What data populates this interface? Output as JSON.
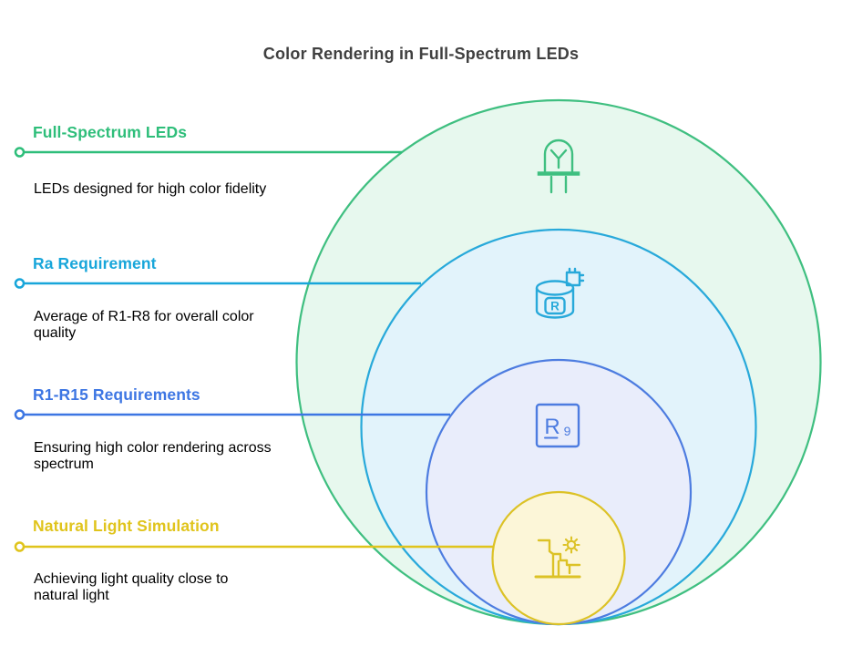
{
  "title": "Color Rendering in Full-Spectrum LEDs",
  "sections": [
    {
      "heading": "Full-Spectrum LEDs",
      "description": "LEDs designed for high color fidelity",
      "color": "#2ebe7a",
      "ring_stroke": "#3fbf80",
      "ring_fill": "#e7f8ee",
      "icon": "led-icon"
    },
    {
      "heading": "Ra Requirement",
      "description": "Average of R1-R8 for overall color quality",
      "color": "#18a6da",
      "ring_stroke": "#28a9da",
      "ring_fill": "#e2f3fb",
      "icon": "database-r-icon"
    },
    {
      "heading": "R1-R15 Requirements",
      "description": "Ensuring high color rendering across spectrum",
      "color": "#3d76e3",
      "ring_stroke": "#4d7ce0",
      "ring_fill": "#e9edfb",
      "icon": "r9-tile-icon"
    },
    {
      "heading": "Natural Light Simulation",
      "description": "Achieving light quality close to natural light",
      "color": "#e0c41c",
      "ring_stroke": "#dcc226",
      "ring_fill": "#fcf6d8",
      "icon": "sun-cliff-icon"
    }
  ],
  "icon_text": {
    "database_letter": "R",
    "r9_letter": "R",
    "r9_subscript": "9"
  }
}
